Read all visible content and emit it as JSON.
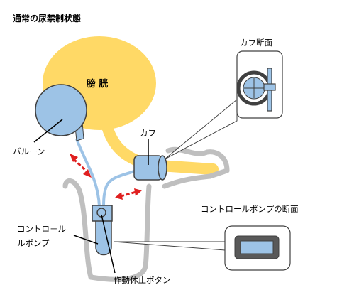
{
  "title": "通常の尿禁制状態",
  "organ_label": "膀 胱",
  "labels": {
    "balloon": "バルーン",
    "cuff": "カフ",
    "cuff_section": "カフ断面",
    "pump_section": "コントロールポンプの断面",
    "control_pump_line1": "コントロ－ル",
    "control_pump_line2": "ルポンプ",
    "stop_button": "作動休止ボタン"
  },
  "colors": {
    "bladder": "#FFD966",
    "device": "#9DC3E6",
    "tube": "#BFBFBF",
    "arrow": "#E02020",
    "outline": "#404040"
  }
}
